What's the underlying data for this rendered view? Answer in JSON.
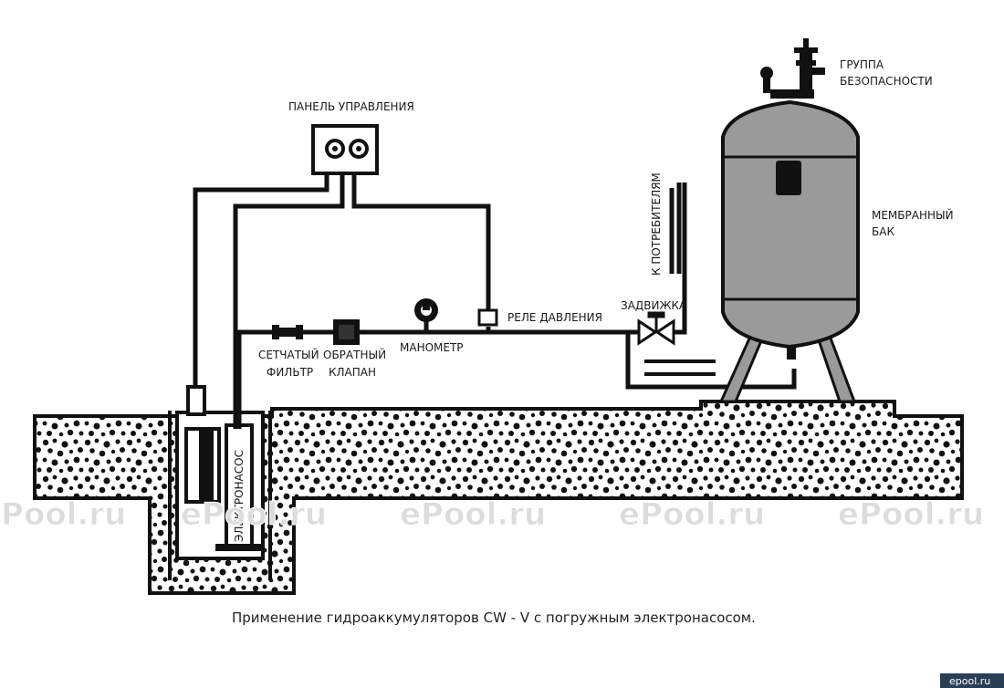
{
  "labels": {
    "control_panel": "ПАНЕЛЬ УПРАВЛЕНИЯ",
    "safety_group_line1": "ГРУППА",
    "safety_group_line2": "БЕЗОПАСНОСТИ",
    "membrane_tank_line1": "МЕМБРАННЫЙ",
    "membrane_tank_line2": "БАК",
    "to_consumers": "К ПОТРЕБИТЕЛЯМ",
    "gate_valve": "ЗАДВИЖКА",
    "pressure_relay": "РЕЛЕ ДАВЛЕНИЯ",
    "manometer": "МАНОМЕТР",
    "mesh_filter_line1": "СЕТЧАТЫЙ",
    "mesh_filter_line2": "ФИЛЬТР",
    "check_valve_line1": "ОБРАТНЫЙ",
    "check_valve_line2": "КЛАПАН",
    "electropump": "ЭЛЕКТРОНАСОС"
  },
  "caption": "Применение гидроаккумуляторов CW - V с погружным электронасосом.",
  "watermark": "ePool.ru",
  "corner_mark": "epool.ru",
  "colors": {
    "line": "#111111",
    "tank": "#9a9a9a",
    "ground_bg": "#ffffff",
    "corner_bg": "#2a3f56"
  }
}
